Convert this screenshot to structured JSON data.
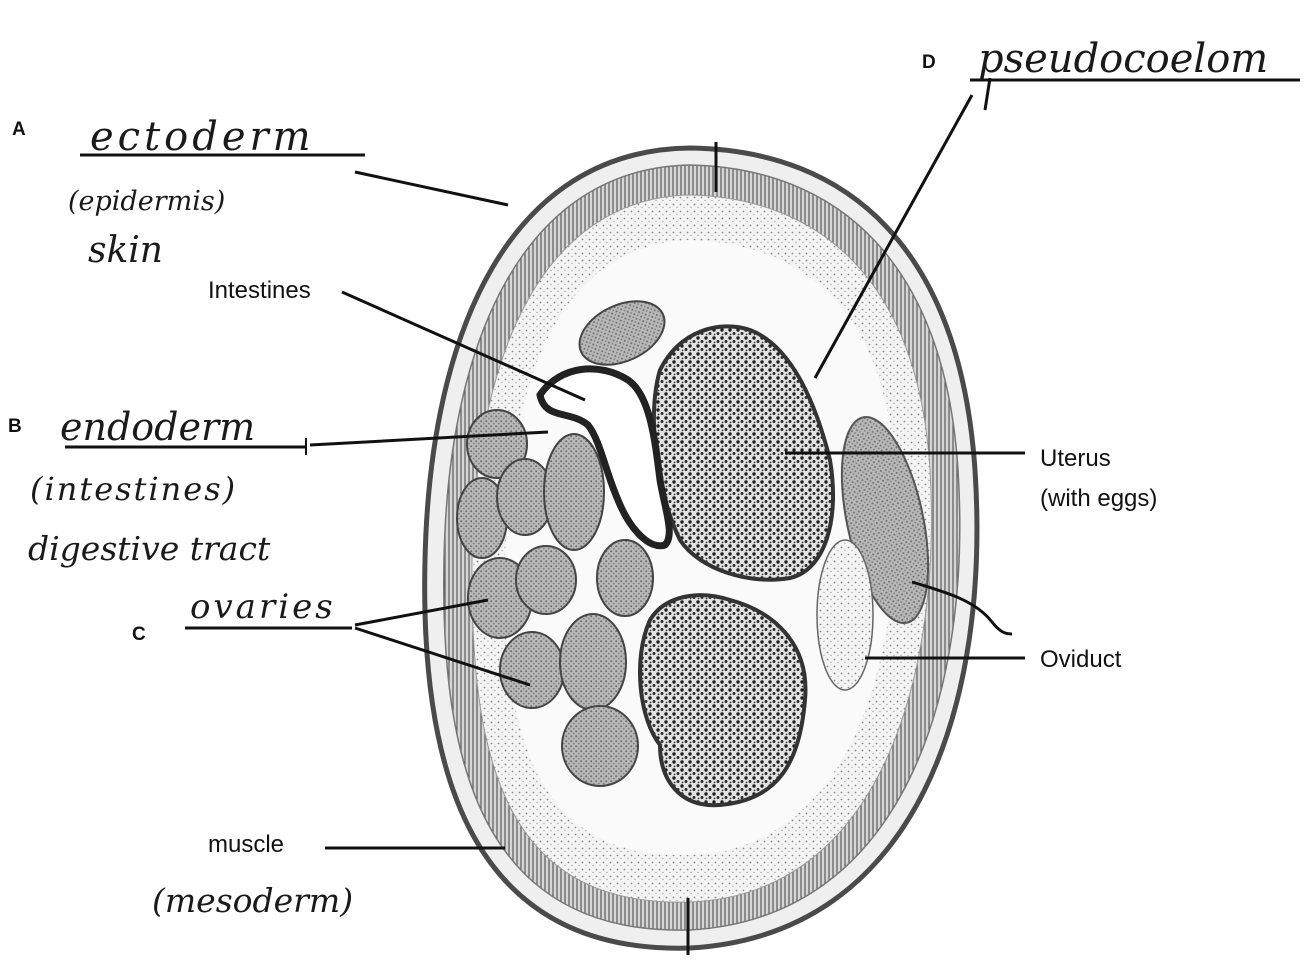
{
  "labels": {
    "a": {
      "letter": "A",
      "answer": "ectoderm",
      "note1": "(epidermis)",
      "note2": "skin"
    },
    "b": {
      "letter": "B",
      "answer": "endoderm",
      "note1": "(intestines)",
      "note2": "digestive tract"
    },
    "c": {
      "letter": "C",
      "answer": "ovaries"
    },
    "d": {
      "letter": "D",
      "answer": "pseudocoelom"
    },
    "intestines": "Intestines",
    "uterus_line1": "Uterus",
    "uterus_line2": "(with eggs)",
    "oviduct": "Oviduct",
    "muscle": "muscle",
    "muscle_note": "(mesoderm)"
  },
  "colors": {
    "ink": "#111111",
    "handwriting": "#1a1a1a",
    "stipple": "#9a9a9a",
    "organ": "#8c8c8c",
    "eggs": "#2a2a2a"
  }
}
